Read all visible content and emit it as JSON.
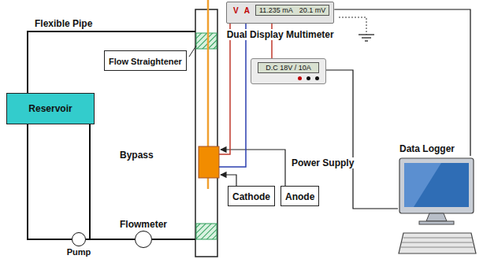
{
  "diagram": {
    "nodes": [
      {
        "text": [
          "Reservoir"
        ]
      },
      {
        "text": [
          "Flow Straightener"
        ]
      },
      {
        "text": [
          "V",
          "A",
          "11.235 mA",
          "20.1 mV",
          "Dual Display Multimeter"
        ]
      },
      {
        "text": [
          "D.C 18V / 10A"
        ]
      },
      {
        "text": [
          "Cathode"
        ]
      },
      {
        "text": [
          "Anode"
        ]
      },
      {
        "text": [
          "Pump"
        ]
      },
      {
        "text": [
          "Flowmeter"
        ]
      },
      {
        "text": [
          "Data Logger"
        ]
      }
    ],
    "edges": [
      {
        "from": 0,
        "to": 6,
        "arrow": "none"
      },
      {
        "from": 6,
        "to": 7,
        "arrow": "none"
      },
      {
        "from": 2,
        "to": 8,
        "arrow": "none"
      },
      {
        "from": 3,
        "to": 8,
        "arrow": "none"
      }
    ],
    "labels": [
      "Flexible Pipe",
      "Bypass",
      "Power Supply"
    ]
  }
}
